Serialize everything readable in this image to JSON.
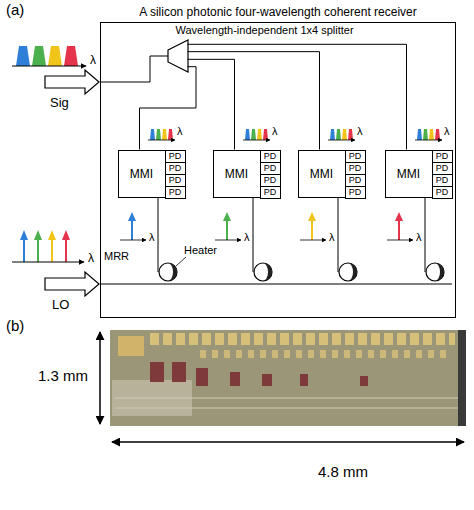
{
  "diagram": {
    "nodes": [
      {
        "text": [
          "A silicon photonic four-wavelength coherent receiver"
        ]
      },
      {
        "text": [
          "Wavelength-independent 1x4 splitter"
        ],
        "in": 0
      },
      {
        "text": [
          "MMI"
        ],
        "in": 0
      },
      {
        "text": [
          "PD"
        ],
        "in": 0
      },
      {
        "text": [
          "PD"
        ],
        "in": 0
      },
      {
        "text": [
          "PD"
        ],
        "in": 0
      },
      {
        "text": [
          "PD"
        ],
        "in": 0
      },
      {
        "text": [
          "MMI"
        ],
        "in": 0
      },
      {
        "text": [
          "PD"
        ],
        "in": 0
      },
      {
        "text": [
          "PD"
        ],
        "in": 0
      },
      {
        "text": [
          "PD"
        ],
        "in": 0
      },
      {
        "text": [
          "PD"
        ],
        "in": 0
      },
      {
        "text": [
          "MMI"
        ],
        "in": 0
      },
      {
        "text": [
          "PD"
        ],
        "in": 0
      },
      {
        "text": [
          "PD"
        ],
        "in": 0
      },
      {
        "text": [
          "PD"
        ],
        "in": 0
      },
      {
        "text": [
          "PD"
        ],
        "in": 0
      },
      {
        "text": [
          "MMI"
        ],
        "in": 0
      },
      {
        "text": [
          "PD"
        ],
        "in": 0
      },
      {
        "text": [
          "PD"
        ],
        "in": 0
      },
      {
        "text": [
          "PD"
        ],
        "in": 0
      },
      {
        "text": [
          "PD"
        ],
        "in": 0
      }
    ],
    "edges": [
      {
        "from": 1,
        "to": 2,
        "arrow": "none"
      },
      {
        "from": 1,
        "to": 7,
        "arrow": "none"
      },
      {
        "from": 1,
        "to": 12,
        "arrow": "none"
      },
      {
        "from": 1,
        "to": 17,
        "arrow": "none"
      }
    ],
    "labels": [
      "(a)",
      "λ",
      "Sig",
      "λ",
      "LO",
      "λ",
      "λ",
      "λ",
      "λ",
      "λ",
      "λ",
      "λ",
      "λ",
      "Heater",
      "MRR",
      "(b)",
      "1.3 mm",
      "4.8 mm"
    ]
  }
}
